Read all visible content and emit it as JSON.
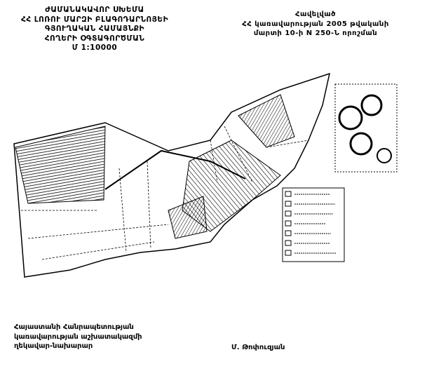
{
  "header_left": {
    "lines": [
      "ԺԱՄԱՆԱԿԱՎՈՐ ՍԽԵՄԱ",
      "ՀՀ ԼՈՌՈՒ ՄԱՐԶԻ ԲԼԱԳՈԴԱՐՆՈՅԵԻ",
      "ԳՅՈՒՂԱԿԱՆ ՀԱՄԱՅՆՔԻ",
      "ՀՈՂԵՐԻ ՕԳՏԱԳՈՐԾՄԱՆ"
    ],
    "scale": "Մ 1:10000"
  },
  "header_right": {
    "lines": [
      "Հավելված",
      "ՀՀ կառավարության 2005 թվականի",
      "մարտի 10-ի N 250-Ն որոշման"
    ]
  },
  "footer": {
    "position_lines": [
      "Հայաստանի Հանրապետության",
      "կառավարության աշխատակազմի",
      "ղեկավար-նախարար"
    ],
    "signatory": "Մ. Թոփուզյան"
  }
}
